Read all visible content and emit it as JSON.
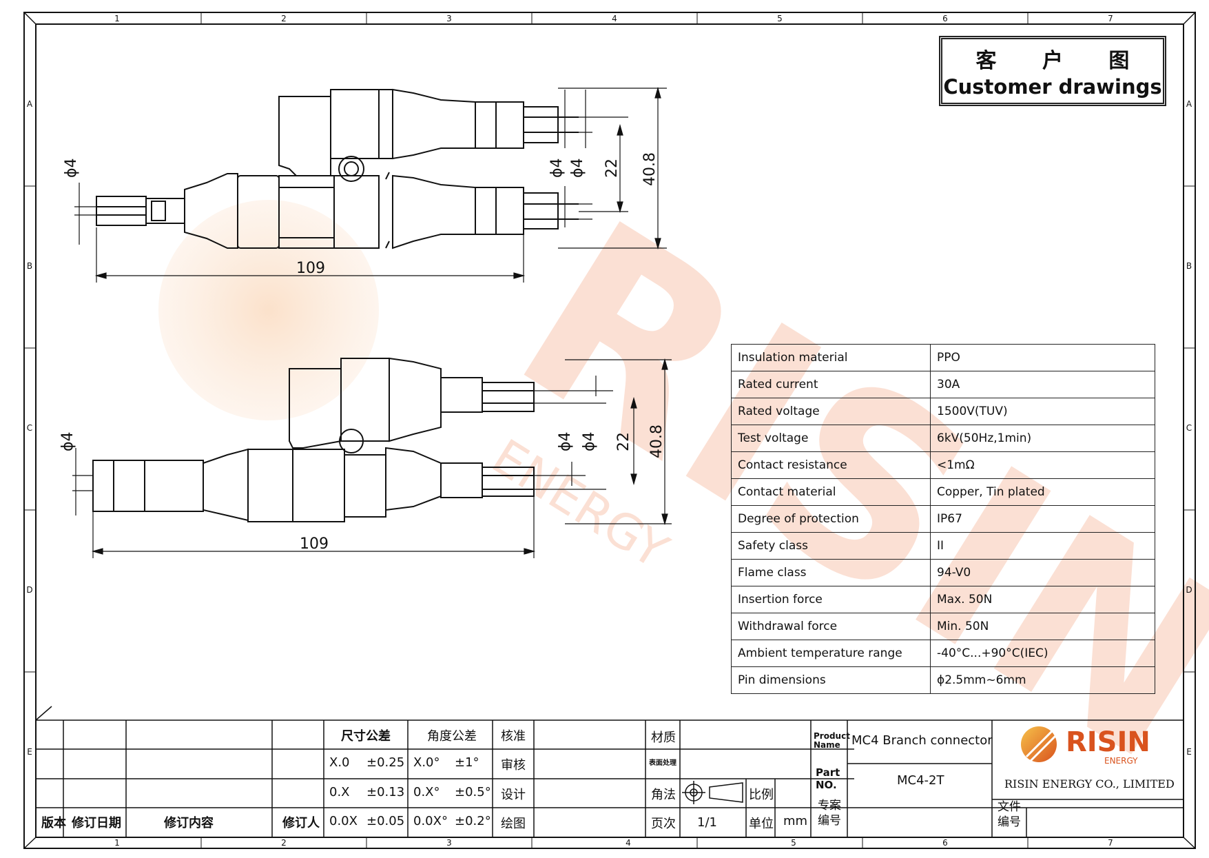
{
  "title": {
    "cn": "客 户 图",
    "en": "Customer drawings"
  },
  "grid": {
    "cols": [
      "1",
      "2",
      "3",
      "4",
      "5",
      "6",
      "7"
    ],
    "rows": [
      "A",
      "B",
      "C",
      "D",
      "E"
    ]
  },
  "dimensions": {
    "top_view": {
      "diameter_left": "ϕ4",
      "diameter_a": "ϕ4",
      "diameter_b": "ϕ4",
      "spacing": "22",
      "height": "40.8",
      "length": "109"
    },
    "bottom_view": {
      "diameter_left": "ϕ4",
      "diameter_a": "ϕ4",
      "diameter_b": "ϕ4",
      "spacing": "22",
      "height": "40.8",
      "length": "109"
    }
  },
  "watermark": {
    "brand": "RISIN",
    "sub": "ENERGY"
  },
  "specs": [
    {
      "label": "Insulation  material",
      "value": "PPO"
    },
    {
      "label": "Rated  current",
      "value": "30A"
    },
    {
      "label": "Rated  voltage",
      "value": "1500V(TUV)"
    },
    {
      "label": "Test  voltage",
      "value": "6kV(50Hz,1min)"
    },
    {
      "label": "Contact  resistance",
      "value": "<1mΩ"
    },
    {
      "label": "Contact  material",
      "value": "Copper,  Tin  plated"
    },
    {
      "label": "Degree  of  protection",
      "value": "IP67"
    },
    {
      "label": "Safety  class",
      "value": "II"
    },
    {
      "label": "Flame  class",
      "value": "94-V0"
    },
    {
      "label": "Insertion  force",
      "value": "Max.  50N"
    },
    {
      "label": "Withdrawal  force",
      "value": "Min.  50N"
    },
    {
      "label": "Ambient  temperature  range",
      "value": "-40°C...+90°C(IEC)"
    },
    {
      "label": "Pin  dimensions",
      "value": "ϕ2.5mm~6mm"
    }
  ],
  "title_block": {
    "revision_header": {
      "version": "版本",
      "rev_date": "修订日期",
      "rev_content": "修订内容",
      "reviser": "修订人"
    },
    "dim_tol": {
      "header": "尺寸公差",
      "r1a": "X.0",
      "r1b": "±0.25",
      "r2a": "0.X",
      "r2b": "±0.13",
      "r3a": "0.0X",
      "r3b": "±0.05"
    },
    "ang_tol": {
      "header": "角度公差",
      "r1a": "X.0°",
      "r1b": "±1°",
      "r2a": "0.X°",
      "r2b": "±0.5°",
      "r3a": "0.0X°",
      "r3b": "±0.2°"
    },
    "approvals": {
      "check": "核准",
      "review": "审核",
      "design": "设计",
      "draw": "绘图"
    },
    "material_label": "材质",
    "surface_label": "表面处理",
    "projection_label": "角法",
    "scale_label": "比例",
    "page_label": "页次",
    "page_value": "1/1",
    "unit_label": "单位",
    "unit_value": "mm",
    "product_label": "Product Name",
    "product_name": "MC4 Branch connector",
    "part_label": "Part NO.",
    "part_no": "MC4-2T",
    "project_label": "专案编号",
    "file_label": "文件编号",
    "company": "RISIN ENERGY CO., LIMITED",
    "logo_brand": "RISIN",
    "logo_sub": "ENERGY"
  }
}
